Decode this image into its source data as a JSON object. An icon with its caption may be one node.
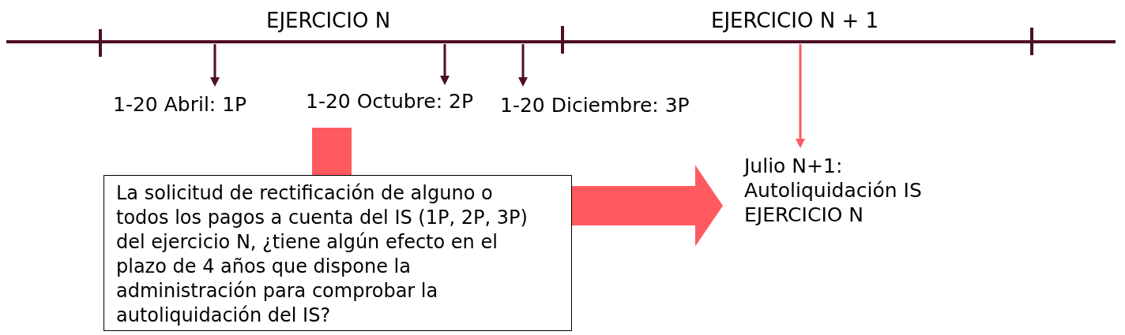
{
  "diagram": {
    "nodes": [
      {
        "text": [
          "1-20 Abril: 1P"
        ]
      },
      {
        "text": [
          "1-20 Octubre: 2P"
        ]
      },
      {
        "text": [
          "1-20 Diciembre: 3P"
        ]
      },
      {
        "text": [],
        "shape": "box"
      },
      {
        "text": [
          "La solicitud de rectificación de alguno o todos los pagos a cuenta del IS (1P, 2P, 3P) del ejercicio N, ¿tiene algún efecto en el plazo de 4 años que dispone la administración para comprobar la autoliquidación del IS?"
        ]
      },
      {
        "text": [
          "Julio N+1: Autoliquidación IS EJERCICIO N"
        ]
      }
    ],
    "edges": [
      {
        "from": null,
        "to": 0,
        "arrow": "to"
      },
      {
        "from": null,
        "to": 1,
        "arrow": "to"
      },
      {
        "from": null,
        "to": 2,
        "arrow": "to"
      },
      {
        "from": null,
        "to": 5,
        "arrow": "to",
        "color": "#ff5a5f"
      },
      {
        "from": 4,
        "to": 5,
        "arrow": "to",
        "style": "thick",
        "color": "#ff5a5f"
      }
    ],
    "labels": [
      "EJERCICIO N",
      "EJERCICIO N + 1"
    ]
  }
}
